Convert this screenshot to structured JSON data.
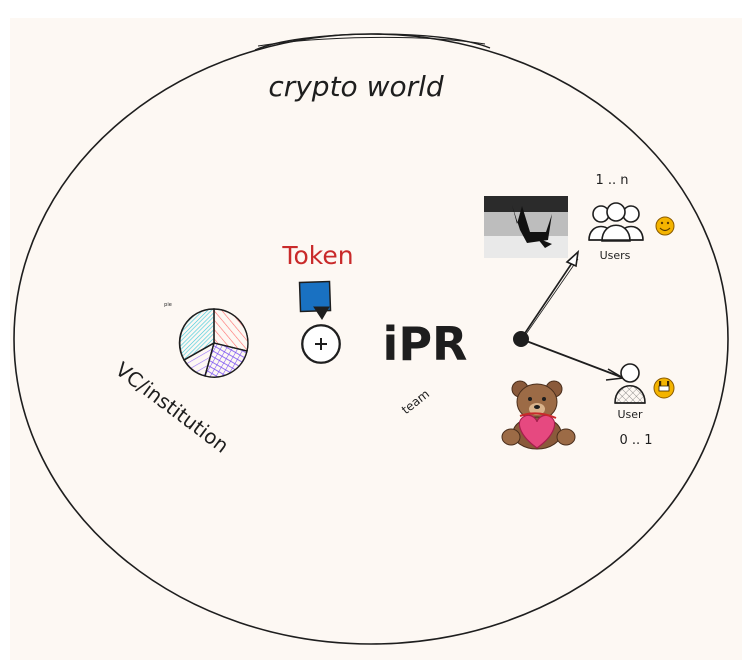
{
  "diagram": {
    "title": "crypto world",
    "token_label": "Token",
    "ipr_label": "iPR",
    "team_label": "team",
    "vc_label": "VC/institution",
    "pie_label": "pie",
    "users_label": "Users",
    "users_cardinality": "1 .. n",
    "user_label": "User",
    "user_cardinality": "0 .. 1"
  },
  "colors": {
    "paper": "#fdf8f3",
    "ink": "#1e1e1e",
    "token_red": "#c92a2a",
    "token_blue": "#1971c2",
    "pie_teal": "#3bc9db",
    "pie_red": "#ff6b6b",
    "pie_purple": "#7950f2",
    "pie_violet": "#9775fa",
    "emoji_yellow": "#f4b400",
    "heart_pink": "#e64980",
    "bear_brown": "#8a5a3b"
  },
  "icons": [
    "users-group-icon",
    "user-icon",
    "smile-emoji-icon",
    "grin-emoji-icon",
    "teddy-bear-heart-icon",
    "plus-circle-icon",
    "pie-chart-icon",
    "photo-thumbnail"
  ]
}
